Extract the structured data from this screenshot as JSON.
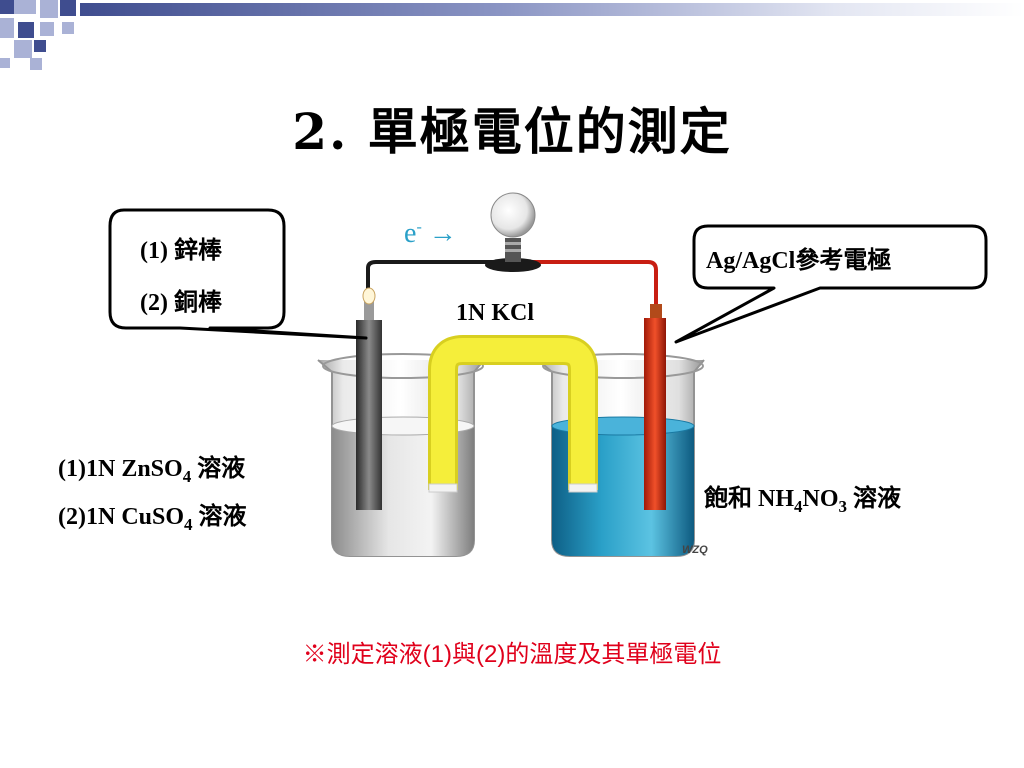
{
  "slide": {
    "title": "2.  單極電位的測定",
    "note": "※測定溶液(1)與(2)的溫度及其單極電位",
    "watermark": "WZQ"
  },
  "diagram": {
    "electron_label": "e",
    "electron_sup": "-",
    "electron_arrow": "→",
    "salt_bridge_label": "1N KCl",
    "left_callout": {
      "line1": "(1) 鋅棒",
      "line2": "(2) 銅棒"
    },
    "right_callout": {
      "text": "Ag/AgCl參考電極"
    },
    "left_solution": {
      "line1": {
        "prefix": "(1)1N ZnSO",
        "sub": "4",
        "suffix": " 溶液"
      },
      "line2": {
        "prefix": "(2)1N CuSO",
        "sub": "4",
        "suffix": " 溶液"
      }
    },
    "right_solution": {
      "prefix": "飽和 NH",
      "sub1": "4",
      "mid": "NO",
      "sub2": "3",
      "suffix": " 溶液"
    }
  },
  "colors": {
    "deco_dark": "#3f4d8f",
    "deco_light": "#aab2d6",
    "electrolyte_blue": "#2aa0c8",
    "salt_bridge": "#f5ee3a",
    "reference_electrode": "#d23a1e",
    "note_red": "#e0001b"
  }
}
